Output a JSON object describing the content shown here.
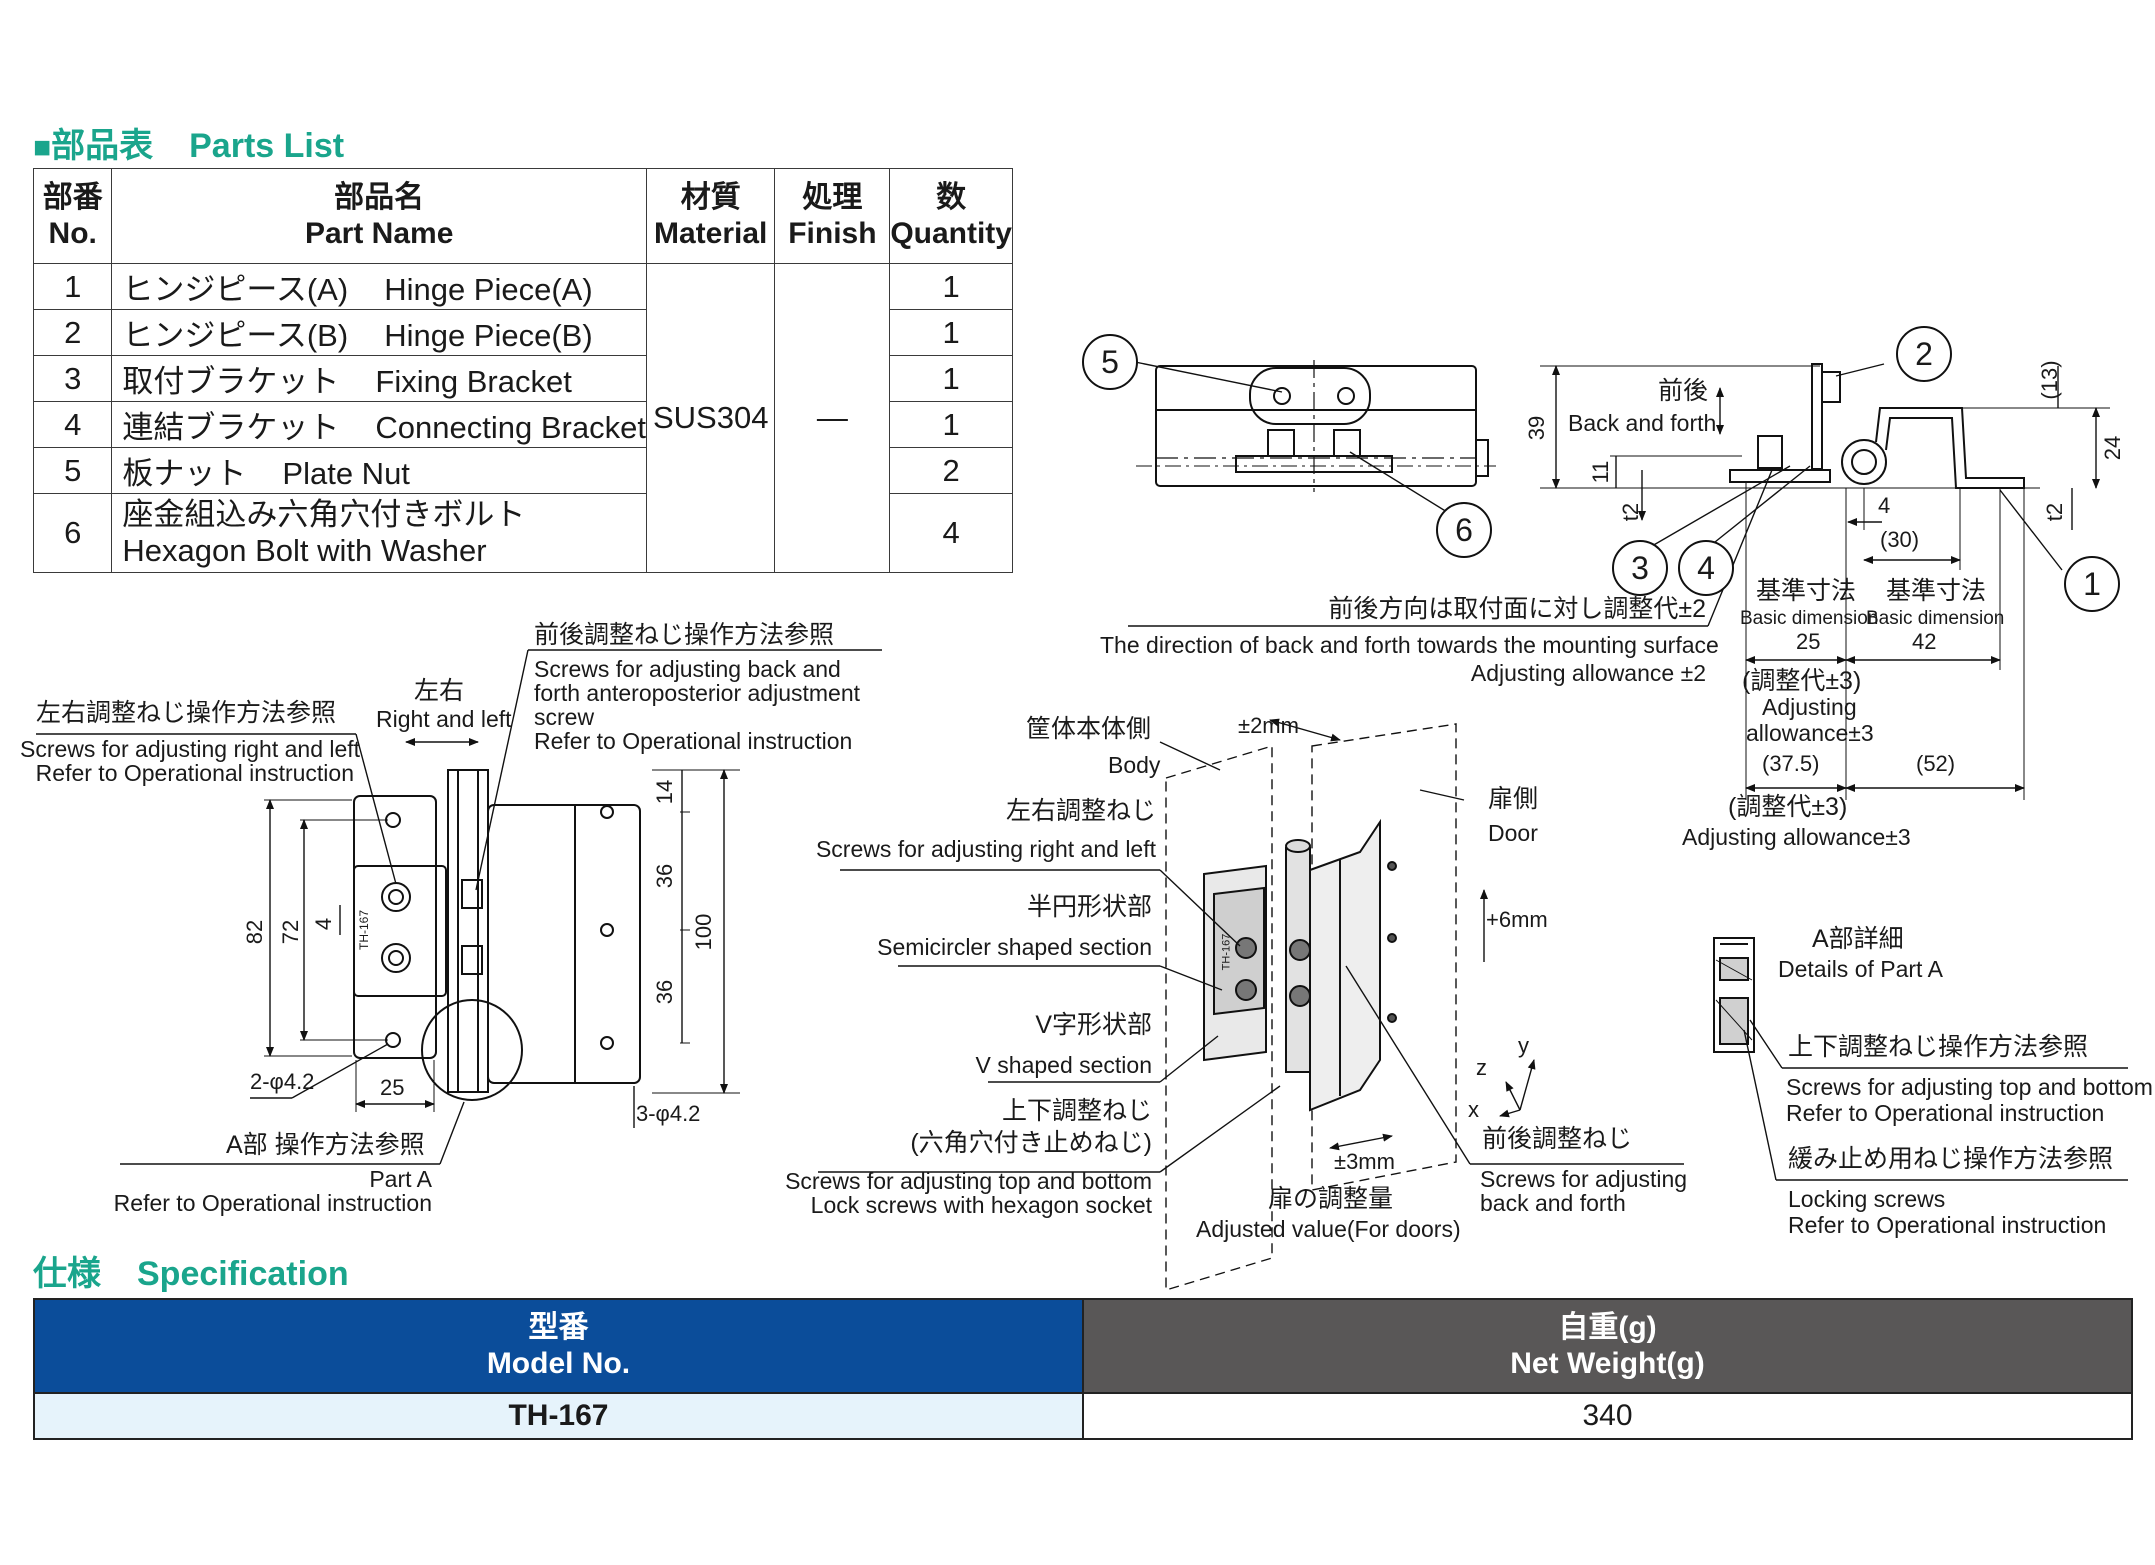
{
  "parts_list": {
    "heading_square": "■",
    "heading_jp": "部品表",
    "heading_en": "Parts List",
    "headers": {
      "no_jp": "部番",
      "no_en": "No.",
      "name_jp": "部品名",
      "name_en": "Part Name",
      "material_jp": "材質",
      "material_en": "Material",
      "finish_jp": "処理",
      "finish_en": "Finish",
      "qty_jp": "数",
      "qty_en": "Quantity"
    },
    "material": "SUS304",
    "finish": "—",
    "rows": [
      {
        "no": "1",
        "name_jp": "ヒンジピース(A)",
        "name_en": "Hinge Piece(A)",
        "qty": "1"
      },
      {
        "no": "2",
        "name_jp": "ヒンジピース(B)",
        "name_en": "Hinge Piece(B)",
        "qty": "1"
      },
      {
        "no": "3",
        "name_jp": "取付ブラケット",
        "name_en": "Fixing Bracket",
        "qty": "1"
      },
      {
        "no": "4",
        "name_jp": "連結ブラケット",
        "name_en": "Connecting Bracket",
        "qty": "1"
      },
      {
        "no": "5",
        "name_jp": "板ナット",
        "name_en": "Plate Nut",
        "qty": "2"
      },
      {
        "no": "6",
        "name_jp": "座金組込み六角穴付きボルト",
        "name_en": "Hexagon Bolt with Washer",
        "qty": "4"
      }
    ]
  },
  "front_view": {
    "lr_ref_jp": "左右調整ねじ操作方法参照",
    "lr_ref_en1": "Screws for adjusting right and left",
    "lr_ref_en2": "Refer to Operational instruction",
    "lr_dir_jp": "左右",
    "lr_dir_en": "Right and left",
    "bf_ref_jp": "前後調整ねじ操作方法参照",
    "bf_ref_en1": "Screws for adjusting back and",
    "bf_ref_en2": "forth anteroposterior adjustment",
    "bf_ref_en3": "screw",
    "bf_ref_en4": "Refer to Operational instruction",
    "parta_ref_jp": "A部 操作方法参照",
    "parta_ref_en1": "Part A",
    "parta_ref_en2": "Refer to Operational instruction",
    "hole_left": "2-φ4.2",
    "hole_right": "3-φ4.2",
    "dims": {
      "d82": "82",
      "d72": "72",
      "d4": "4",
      "d25": "25",
      "d14": "14",
      "d36a": "36",
      "d36b": "36",
      "d100": "100"
    },
    "label_plate": "TH-167"
  },
  "top_view": {
    "callout_5": "5",
    "callout_6": "6"
  },
  "side_view": {
    "bf_jp": "前後",
    "bf_en": "Back and forth",
    "callouts": {
      "c1": "1",
      "c2": "2",
      "c3": "3",
      "c4": "4"
    },
    "dims": {
      "d39": "39",
      "d11": "11",
      "t2a": "t2",
      "d13": "(13)",
      "d24": "24",
      "t2b": "t2",
      "d4": "4",
      "d30": "(30)"
    },
    "adj_note_jp": "前後方向は取付面に対し調整代±2",
    "adj_note_en1": "The direction of back and forth towards the mounting surface",
    "adj_note_en2": "Adjusting allowance ±2",
    "basic1_jp": "基準寸法",
    "basic1_en": "Basic dimension",
    "basic1_val": "25",
    "basic2_jp": "基準寸法",
    "basic2_en": "Basic dimension",
    "basic2_val": "42",
    "adj3_jp": "(調整代±3)",
    "adj3_en1": "Adjusting",
    "adj3_en2": "allowance±3",
    "d375": "(37.5)",
    "d52": "(52)",
    "adj3b_jp": "(調整代±3)",
    "adj3b_en": "Adjusting allowance±3"
  },
  "perspective": {
    "body_jp": "筐体本体側",
    "body_en": "Body",
    "door_jp": "扉側",
    "door_en": "Door",
    "lr_jp": "左右調整ねじ",
    "lr_en": "Screws for adjusting right and left",
    "semi_jp": "半円形状部",
    "semi_en": "Semicircler shaped section",
    "v_jp": "V字形状部",
    "v_en": "V shaped section",
    "tb_jp1": "上下調整ねじ",
    "tb_jp2": "(六角穴付き止めねじ)",
    "tb_en1": "Screws for adjusting top and bottom",
    "tb_en2": "Lock screws with hexagon socket",
    "bf_jp": "前後調整ねじ",
    "bf_en1": "Screws for adjusting",
    "bf_en2": "back and forth",
    "adj_jp": "扉の調整量",
    "adj_en": "Adjusted value(For doors)",
    "pm2": "±2mm",
    "p6": "+6mm",
    "pm3": "±3mm",
    "ax_x": "x",
    "ax_y": "y",
    "ax_z": "z",
    "label_plate": "TH-167"
  },
  "detail_a": {
    "title_jp": "A部詳細",
    "title_en": "Details of Part A",
    "tb_ref_jp": "上下調整ねじ操作方法参照",
    "tb_ref_en1": "Screws for adjusting top and bottom",
    "tb_ref_en2": "Refer to Operational instruction",
    "lock_ref_jp": "緩み止め用ねじ操作方法参照",
    "lock_ref_en1": "Locking screws",
    "lock_ref_en2": "Refer to Operational instruction"
  },
  "specification": {
    "heading_jp": "仕様",
    "heading_en": "Specification",
    "col_model_jp": "型番",
    "col_model_en": "Model No.",
    "col_weight_jp": "自重(g)",
    "col_weight_en": "Net Weight(g)",
    "rows": [
      {
        "model": "TH-167",
        "weight": "340"
      }
    ]
  }
}
